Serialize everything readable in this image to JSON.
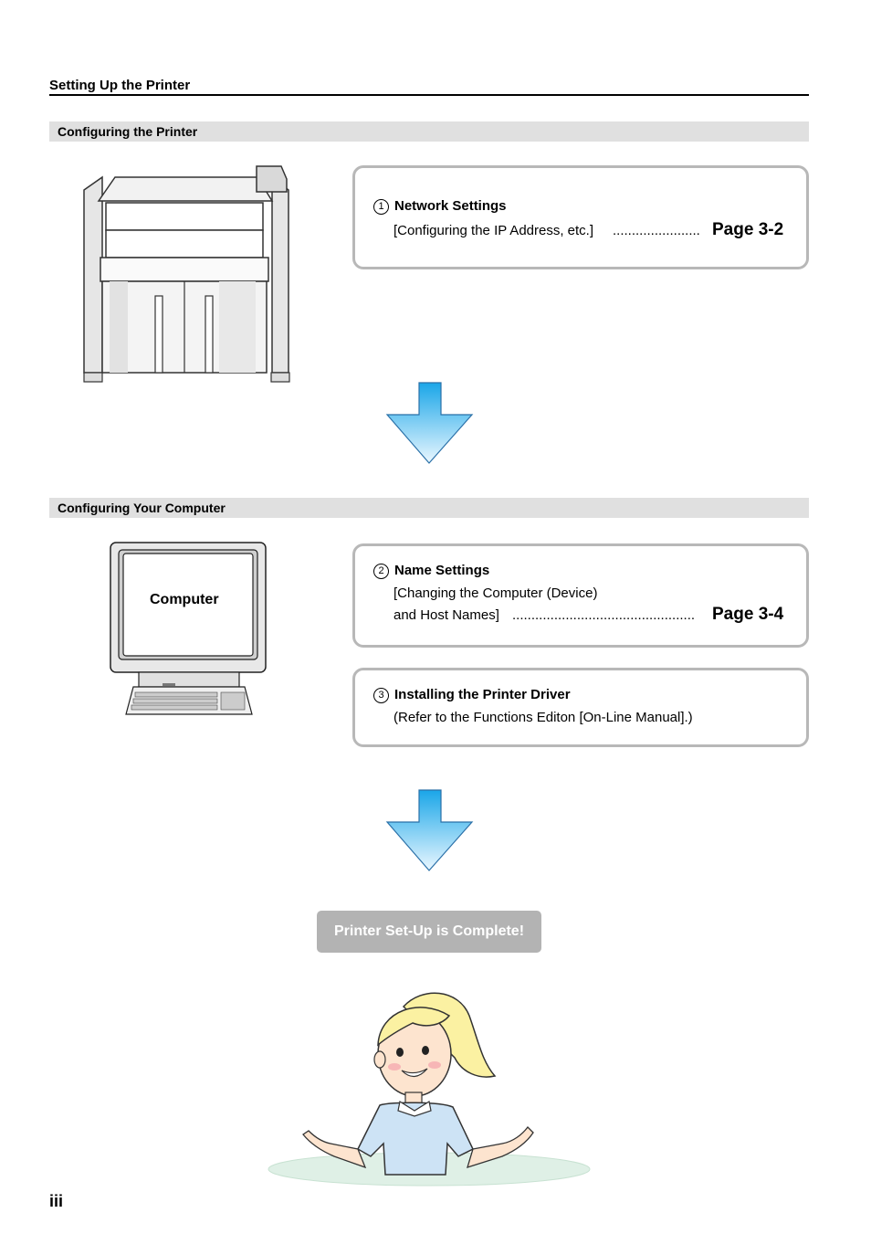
{
  "header": {
    "title": "Setting Up the Printer"
  },
  "sections": [
    {
      "title": "Configuring the Printer"
    },
    {
      "title": "Configuring Your Computer"
    }
  ],
  "steps": [
    {
      "number": "1",
      "title": "Network Settings",
      "lines": [
        "[Configuring the IP Address, etc.]"
      ],
      "dots": ".......................",
      "page_ref": "Page 3-2"
    },
    {
      "number": "2",
      "title": "Name Settings",
      "lines": [
        "[Changing the Computer (Device)",
        "and Host Names]"
      ],
      "dots": "................................................",
      "page_ref": "Page 3-4"
    },
    {
      "number": "3",
      "title": "Installing the Printer Driver",
      "lines": [
        "(Refer to the Functions Editon [On-Line Manual].)"
      ]
    }
  ],
  "computer_label": "Computer",
  "complete_label": "Printer Set-Up is Complete!",
  "page_number": "iii",
  "colors": {
    "section_bar": "#e0e0e0",
    "box_border": "#b8b8b8",
    "arrow_top": "#1aa6e8",
    "arrow_bottom": "#eaf7ff",
    "button": "#b3b3b3"
  }
}
